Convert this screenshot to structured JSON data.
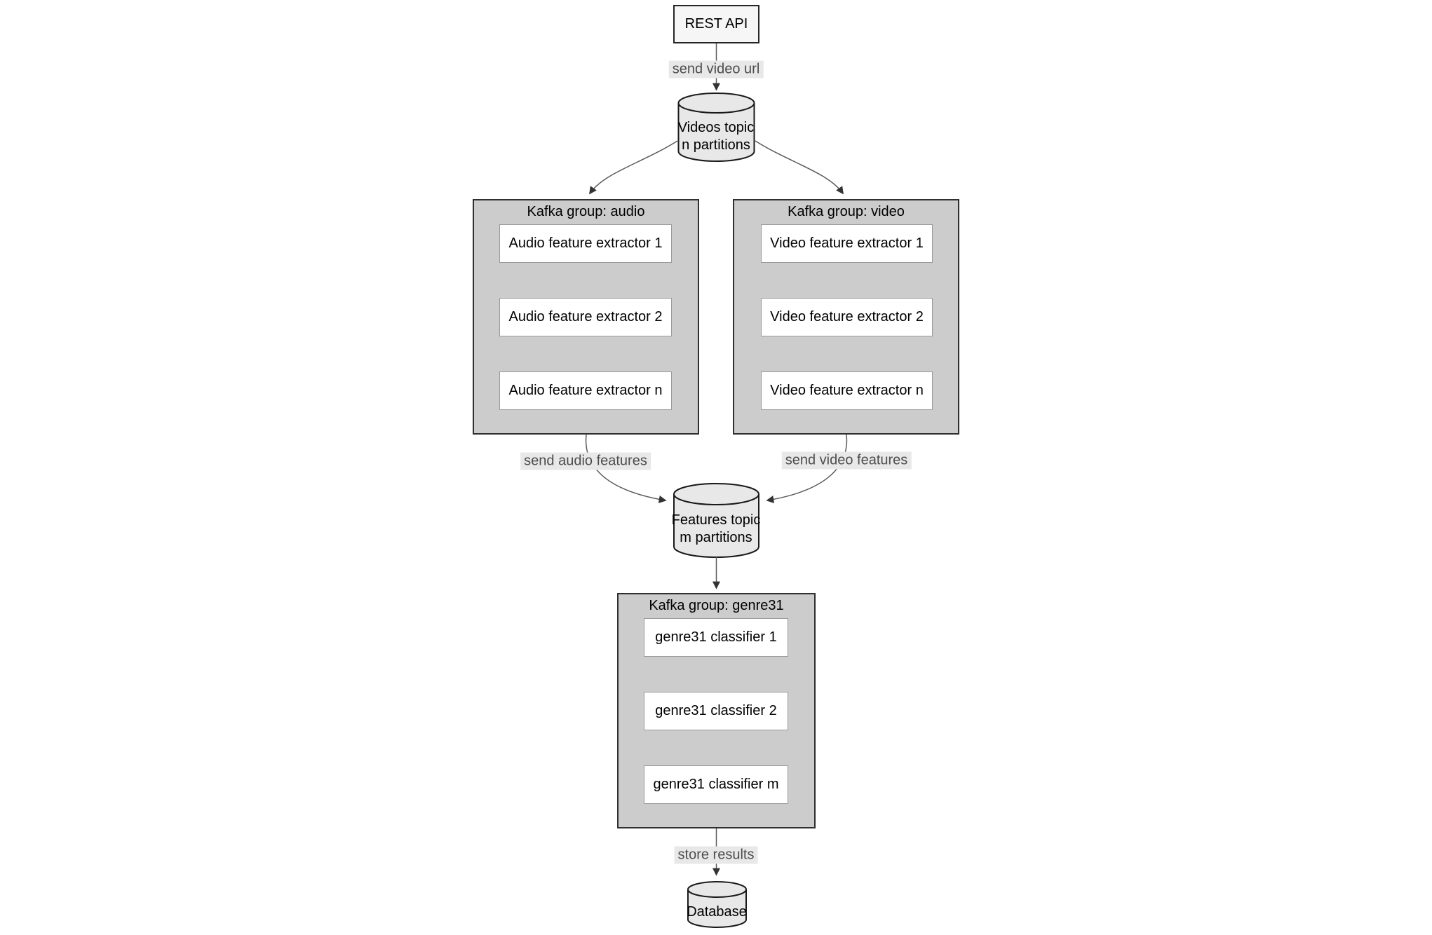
{
  "colors": {
    "canvas_bg": "#ffffff",
    "text": "#000000",
    "group_fill": "#cccccc",
    "group_border": "#2f2f2f",
    "node_fill": "#ffffff",
    "node_border": "#999999",
    "terminal_fill": "#f6f6f6",
    "terminal_border": "#262626",
    "cylinder_fill": "#e8e8e8",
    "cylinder_border": "#1a1a1a",
    "edge_line": "#5a5a5a",
    "arrowhead": "#333333",
    "edge_label_text": "#4d4d4d",
    "edge_label_bg": "#e8e8e8"
  },
  "nodes": {
    "rest_api": {
      "label": "REST API"
    },
    "videos_topic": {
      "line1": "Videos topic",
      "line2": "n partitions"
    },
    "features_topic": {
      "line1": "Features topic",
      "line2": "m partitions"
    },
    "database": {
      "label": "Database"
    }
  },
  "groups": {
    "audio": {
      "title": "Kafka group: audio",
      "members": [
        "Audio feature extractor 1",
        "Audio feature extractor 2",
        "Audio feature extractor n"
      ]
    },
    "video": {
      "title": "Kafka group: video",
      "members": [
        "Video feature extractor 1",
        "Video feature extractor 2",
        "Video feature extractor n"
      ]
    },
    "genre31": {
      "title": "Kafka group: genre31",
      "members": [
        "genre31 classifier 1",
        "genre31 classifier 2",
        "genre31 classifier m"
      ]
    }
  },
  "edge_labels": {
    "send_video_url": "send video url",
    "send_audio_features": "send audio features",
    "send_video_features": "send video features",
    "store_results": "store results"
  }
}
